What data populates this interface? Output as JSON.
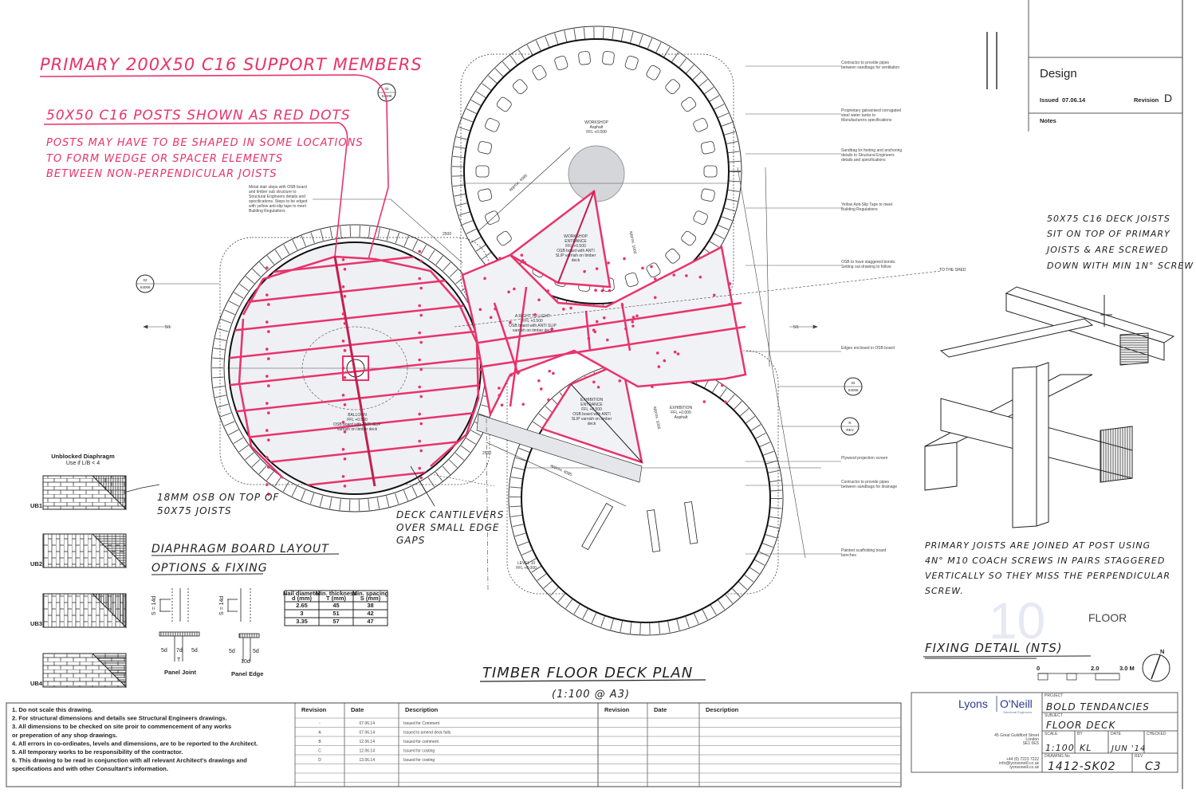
{
  "colors": {
    "ink": "#222222",
    "red": "#e8336b",
    "accent_blue": "#2a3a8c"
  },
  "annotations": {
    "primary_members": "PRIMARY 200X50 C16 SUPPORT MEMBERS",
    "posts_title": "50X50 C16 POSTS SHOWN AS RED DOTS",
    "posts_note": [
      "POSTS MAY HAVE TO BE SHAPED IN SOME LOCATIONS",
      "TO FORM WEDGE OR SPACER ELEMENTS",
      "BETWEEN NON-PERPENDICULAR JOISTS"
    ],
    "deck_joists": [
      "50X75 C16 DECK JOISTS",
      "SIT ON TOP OF PRIMARY",
      "JOISTS & ARE SCREWED",
      "DOWN WITH MIN 1N° SCREW"
    ],
    "osb": [
      "18MM OSB ON TOP OF",
      "50X75 JOISTS"
    ],
    "cantilever": [
      "DECK CANTILEVERS",
      "OVER SMALL EDGE",
      "GAPS"
    ],
    "primary_joined": [
      "PRIMARY JOISTS ARE JOINED AT POST USING",
      "4N° M10 COACH SCREWS IN PAIRS STAGGERED",
      "VERTICALLY SO THEY MISS THE PERPENDICULAR",
      "SCREW."
    ],
    "diaphragm_title": [
      "DIAPHRAGM BOARD LAYOUT",
      "OPTIONS & FIXING"
    ],
    "fixing_detail": "FIXING DETAIL (NTS)",
    "plan_title": "TIMBER FLOOR DECK PLAN",
    "plan_scale": "(1:100 @ A3)",
    "floor_label": "FLOOR",
    "floor_number": "10"
  },
  "plan": {
    "workshop": [
      "WORKSHOP",
      "Asphalt",
      "FFL +0.000"
    ],
    "workshop_entrance": [
      "WORKSHOP",
      "ENTRANCE",
      "FFL +0.500",
      "OSB board with ANTI",
      "SLIP varnish on timber",
      "deck"
    ],
    "balloon": [
      "BALLOON",
      "FFL +0.500",
      "OSB board with ANTI SLIP",
      "varnish on timber deck"
    ],
    "right_to_light": [
      "A RIGHT TO LIGHT",
      "FFL +0.500",
      "OSB board with ANTI SLIP",
      "varnish on timber deck"
    ],
    "exhibition_entrance": [
      "EXHIBITION",
      "ENTRANCE",
      "FFL +0.500",
      "OSB board with ANTI",
      "SLIP varnish on timber",
      "deck"
    ],
    "exhibition": [
      "EXHIBITION",
      "FFL +0.000",
      "Asphalt"
    ],
    "level": [
      "LEVEL 10",
      "FFL +0.000"
    ],
    "metal_stairs": [
      "Metal stair steps with OSB board",
      "and timber sub structure to",
      "Structural Engineers details and",
      "specifications. Steps to be edged",
      "with yellow anti-slip tape to meet",
      "Building Regulations"
    ],
    "dimensions": {
      "d2500a": "2500",
      "d2500b": "2500",
      "approx_a": "approx. 4085",
      "approx_b": "approx. 4085",
      "d1000a": "approx. 1000",
      "d1000b": "approx. 1000"
    },
    "to_shed": "TO THE SHED",
    "section_marks": [
      {
        "top": "02",
        "bottom": "S4006"
      },
      {
        "top": "02",
        "bottom": "S4006"
      },
      {
        "top": "02",
        "bottom": "S4006"
      },
      {
        "top": "R",
        "bottom": "REV"
      }
    ],
    "arrow_labels": [
      "5/1",
      "5/1"
    ]
  },
  "callouts": [
    [
      "Contractor to provide pipes",
      "between sandbags for ventilation"
    ],
    [
      "Proprietary galvanised corrugated",
      "steel water tanks to",
      "Manufacturers specifications"
    ],
    [
      "Sandbag bx footing and anchoring",
      "details to Structural Engineers",
      "details and specifications"
    ],
    [
      "Yellow Anti-Slip Tape to meet",
      "Building Regulations"
    ],
    [
      "OSB to have staggered bonds.",
      "Setting out drawing to follow"
    ],
    [
      "Edges enclosed in OSB board"
    ],
    [
      "Plywood projection screen"
    ],
    [
      "Contractor to provide pipes",
      "between sandbags for drainage"
    ],
    [
      "Painted scaffolding board",
      "benches"
    ]
  ],
  "diaphragm": {
    "title": "Unblocked Diaphragm",
    "subtitle": "Use if L/B < 4",
    "panels": [
      "UB1",
      "UB2",
      "UB3",
      "UB4"
    ],
    "spacing_label": "S = 14d",
    "panel_joint": {
      "label": "Panel Joint",
      "dims": [
        "5d",
        "7d",
        "5d",
        "T"
      ]
    },
    "panel_edge": {
      "label": "Panel Edge",
      "dims": [
        "5d",
        "5d",
        "10d"
      ]
    },
    "nail_table": {
      "headers": [
        [
          "Nail diameter",
          "d (mm)"
        ],
        [
          "Min. thickness",
          "T (mm)"
        ],
        [
          "Min. spacing",
          "S (mm)"
        ]
      ],
      "rows": [
        [
          "2.65",
          "45",
          "38"
        ],
        [
          "3",
          "51",
          "42"
        ],
        [
          "3.35",
          "57",
          "47"
        ]
      ]
    }
  },
  "design_panel": {
    "stage": "Design",
    "issued_label": "Issued",
    "issued_date": "07.06.14",
    "revision_label": "Revision",
    "revision": "D",
    "notes_label": "Notes"
  },
  "general_notes": [
    "1. Do not scale this drawing.",
    "2. For structural dimensions and details see Structural Engineers drawings.",
    "3. All dimensions to be checked on site proir to commencement of any works",
    "    or preperation of any shop drawings.",
    "4. All errors in co-ordinates, levels and dimensions, are to be reported to the Architect.",
    "5. All temporary works to be responsibility of the contractor.",
    "6. This drawing to be read in conjunction with all relevant Architect's drawings and",
    "    specifications and with other Consultant's information."
  ],
  "revision_table": {
    "headers": [
      "Revision",
      "Date",
      "Description"
    ],
    "rows": [
      [
        "-",
        "07.06.14",
        "Issued for Comment"
      ],
      [
        "A",
        "07.06.14",
        "Issued to amend deck falls"
      ],
      [
        "B",
        "12.06.14",
        "Issued for comment"
      ],
      [
        "C",
        "12.06.14",
        "Issued for costing"
      ],
      [
        "D",
        "13.06.14",
        "Issued for costing"
      ]
    ]
  },
  "scale_bar": {
    "labels": [
      "0",
      "2.0",
      "3.0 M"
    ],
    "north": "N"
  },
  "title_block": {
    "company_a": "Lyons",
    "company_b": "O'Neill",
    "company_sub": "Structural Engineers",
    "address": [
      "45 Great Guildford Street",
      "London",
      "SE1 0ES"
    ],
    "contact": [
      "+44 (0) 7223 7222",
      "info@lyonsoneill.co.uk",
      "lyonsoneill.co.uk"
    ],
    "project_label": "PROJECT",
    "project": "BOLD TENDANCIES",
    "subject_label": "SUBJECT",
    "subject": "FLOOR DECK",
    "scale_label": "SCALE",
    "scale": "1:100",
    "by_label": "BY",
    "by": "KL",
    "date_label": "DATE",
    "date": "JUN '14",
    "checked_label": "CHECKED",
    "drawing_label": "DRAWING No",
    "drawing": "1412-SK02",
    "rev_label": "REV",
    "rev": "C3"
  }
}
